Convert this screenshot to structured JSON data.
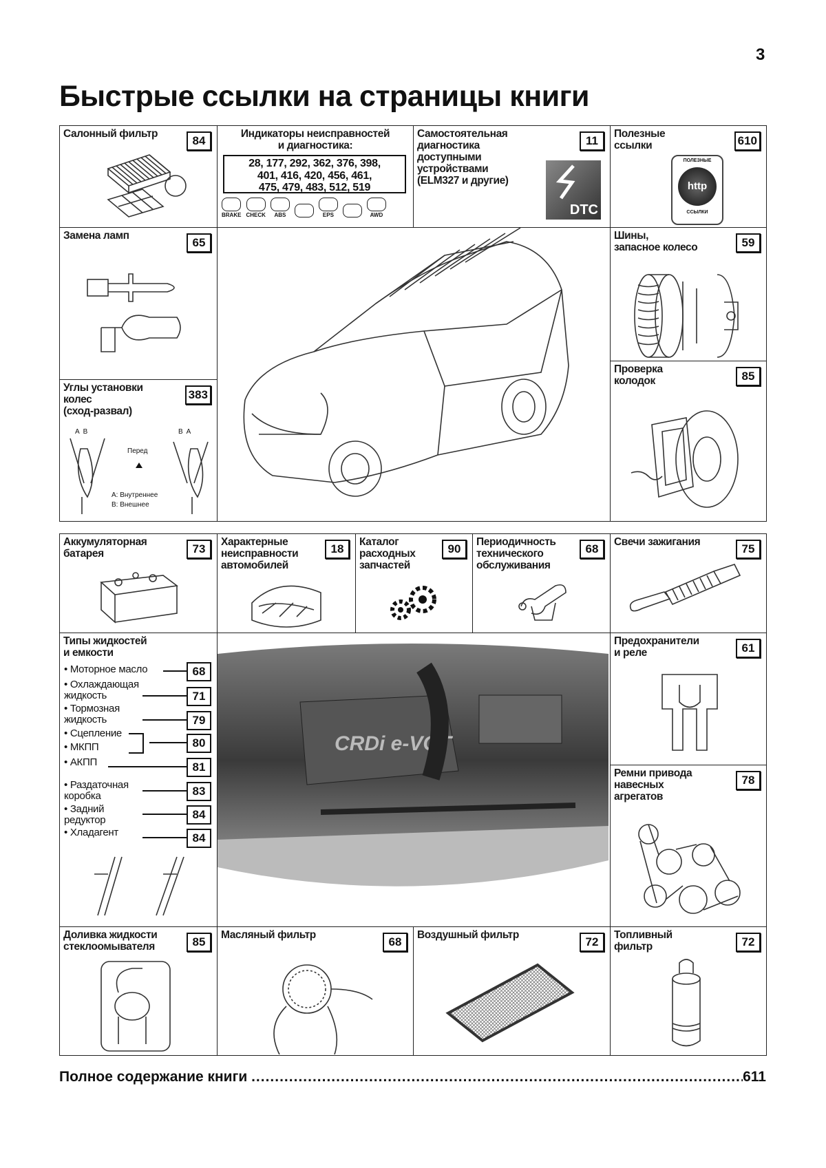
{
  "page_number": "3",
  "title": "Быстрые ссылки на страницы книги",
  "table1": [
    {
      "id": "cabin-filter",
      "label": "Салонный фильтр",
      "page": "84"
    },
    {
      "id": "indicators",
      "label": "Индикаторы неисправностей\nи диагностика:",
      "page": "",
      "pages_list": [
        "28, 177, 292, 362, 376, 398,",
        "401, 416, 420, 456, 461,",
        "475, 479, 483, 512, 519"
      ],
      "icons": [
        {
          "name": "brake-warning-icon",
          "text": "BRAKE"
        },
        {
          "name": "check-engine-icon",
          "text": "CHECK"
        },
        {
          "name": "abs-icon",
          "text": "ABS"
        },
        {
          "name": "airbag-icon",
          "text": ""
        },
        {
          "name": "eps-icon",
          "text": "EPS"
        },
        {
          "name": "oil-pressure-icon",
          "text": ""
        },
        {
          "name": "awd-icon",
          "text": "AWD"
        }
      ]
    },
    {
      "id": "self-diagnostics",
      "label": "Самостоятельная\nдиагностика\nдоступными\nустройствами\n(ELM327 и другие)",
      "page": "11",
      "badge": "DTC"
    },
    {
      "id": "useful-links",
      "label": "Полезные\nссылки",
      "page": "610",
      "badge_top": "ПОЛЕЗНЫЕ",
      "badge_mid": "http",
      "badge_bottom": "ССЫЛКИ"
    },
    {
      "id": "lamps",
      "label": "Замена ламп",
      "page": "65"
    },
    {
      "id": "wheel-alignment",
      "label": "Углы установки\nколес\n(сход-развал)",
      "page": "383",
      "diagram": {
        "left_marks": "A  B",
        "right_marks": "B  A",
        "front": "Перед",
        "legend_a": "A: Внутреннее",
        "legend_b": "B: Внешнее"
      }
    },
    {
      "id": "car",
      "label": "",
      "page": ""
    },
    {
      "id": "tires",
      "label": "Шины,\nзапасное колесо",
      "page": "59"
    },
    {
      "id": "brake-pads",
      "label": "Проверка\nколодок",
      "page": "85"
    }
  ],
  "table2": [
    {
      "id": "battery",
      "label": "Аккумуляторная\nбатарея",
      "page": "73"
    },
    {
      "id": "typical-faults",
      "label": "Характерные\nнеисправности\nавтомобилей",
      "page": "18"
    },
    {
      "id": "parts-catalog",
      "label": "Каталог\nрасходных\nзапчастей",
      "page": "90"
    },
    {
      "id": "maintenance",
      "label": "Периодичность\nтехнического\nобслуживания",
      "page": "68"
    },
    {
      "id": "spark-plugs",
      "label": "Свечи зажигания",
      "page": "75"
    },
    {
      "id": "fluids",
      "label": "Типы жидкостей\nи емкости",
      "page": ""
    },
    {
      "id": "engine-bay",
      "label": "",
      "page": "",
      "engine_badge": "CRDi e-VGT"
    },
    {
      "id": "fuses",
      "label": "Предохранители\nи реле",
      "page": "61"
    },
    {
      "id": "belts",
      "label": "Ремни привода\nнавесных\nагрегатов",
      "page": "78"
    },
    {
      "id": "washer-fluid",
      "label": "Доливка жидкости\nстеклоомывателя",
      "page": "85"
    },
    {
      "id": "oil-filter",
      "label": "Масляный фильтр",
      "page": "68"
    },
    {
      "id": "air-filter",
      "label": "Воздушный фильтр",
      "page": "72"
    },
    {
      "id": "fuel-filter",
      "label": "Топливный\nфильтр",
      "page": "72"
    }
  ],
  "fluids": [
    {
      "label": "• Моторное масло",
      "page": "68"
    },
    {
      "label": "• Охлаждающая\n  жидкость",
      "page": "71"
    },
    {
      "label": "• Тормозная\n  жидкость",
      "page": "79"
    },
    {
      "label": "• Сцепление",
      "page": "80"
    },
    {
      "label": "• МКПП",
      "page": ""
    },
    {
      "label": "• АКПП",
      "page": "81"
    },
    {
      "label": "• Раздаточная\n  коробка",
      "page": "83"
    },
    {
      "label": "• Задний\n  редуктор",
      "page": "84"
    },
    {
      "label": "• Хладагент",
      "page": "84"
    }
  ],
  "footer": {
    "label": "Полное содержание книги",
    "dots": "..........................................................................................................................",
    "page": "611"
  }
}
